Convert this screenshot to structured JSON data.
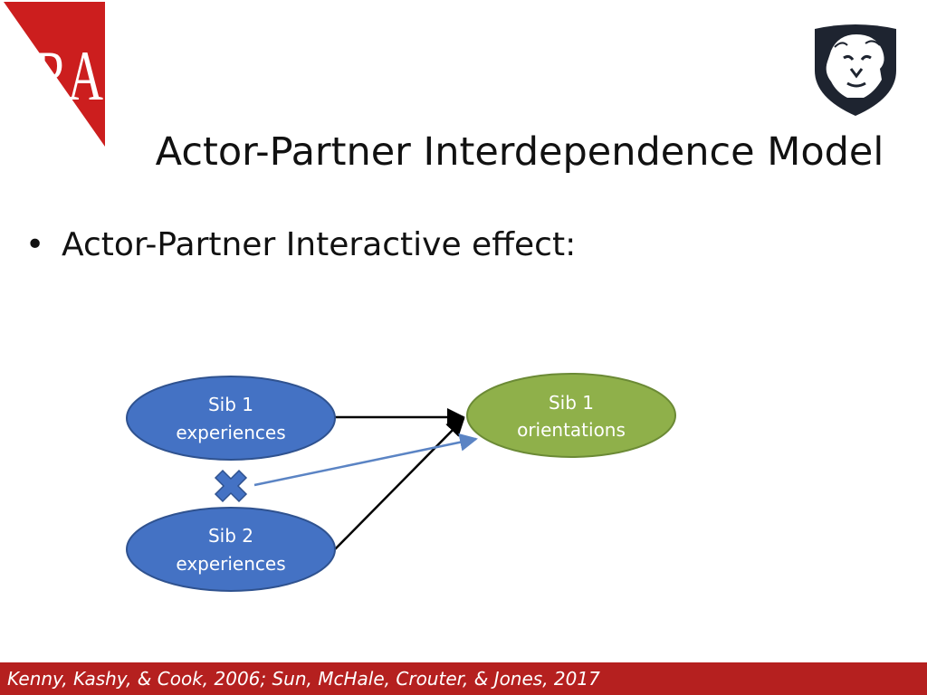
{
  "logo_left": {
    "text": "SRA",
    "color": "#cc1e1e"
  },
  "logo_right": {
    "icon": "lion-shield-icon"
  },
  "title": "Actor-Partner Interdependence Model",
  "bullet": {
    "symbol": "•",
    "text": "Actor-Partner Interactive effect:"
  },
  "diagram": {
    "nodes": [
      {
        "id": "sib1-experiences",
        "lines": [
          "Sib 1",
          "experiences"
        ],
        "fill": "#4472c4"
      },
      {
        "id": "sib2-experiences",
        "lines": [
          "Sib 2",
          "experiences"
        ],
        "fill": "#4472c4"
      },
      {
        "id": "sib1-orientations",
        "lines": [
          "Sib 1",
          "orientations"
        ],
        "fill": "#8fb04a"
      }
    ],
    "interaction_symbol": {
      "icon": "multiply-x-icon",
      "color": "#4472c4"
    },
    "edges": [
      {
        "from": "sib1-experiences",
        "to": "sib1-orientations",
        "color": "#000000"
      },
      {
        "from": "sib2-experiences",
        "to": "sib1-orientations",
        "color": "#000000"
      },
      {
        "from": "interaction",
        "to": "sib1-orientations",
        "color": "#5b84c4"
      }
    ]
  },
  "citation": "Kenny, Kashy, & Cook, 2006; Sun, McHale, Crouter, & Jones, 2017",
  "colors": {
    "accent": "#b5201f",
    "node_blue": "#4472c4",
    "node_green": "#8fb04a"
  }
}
